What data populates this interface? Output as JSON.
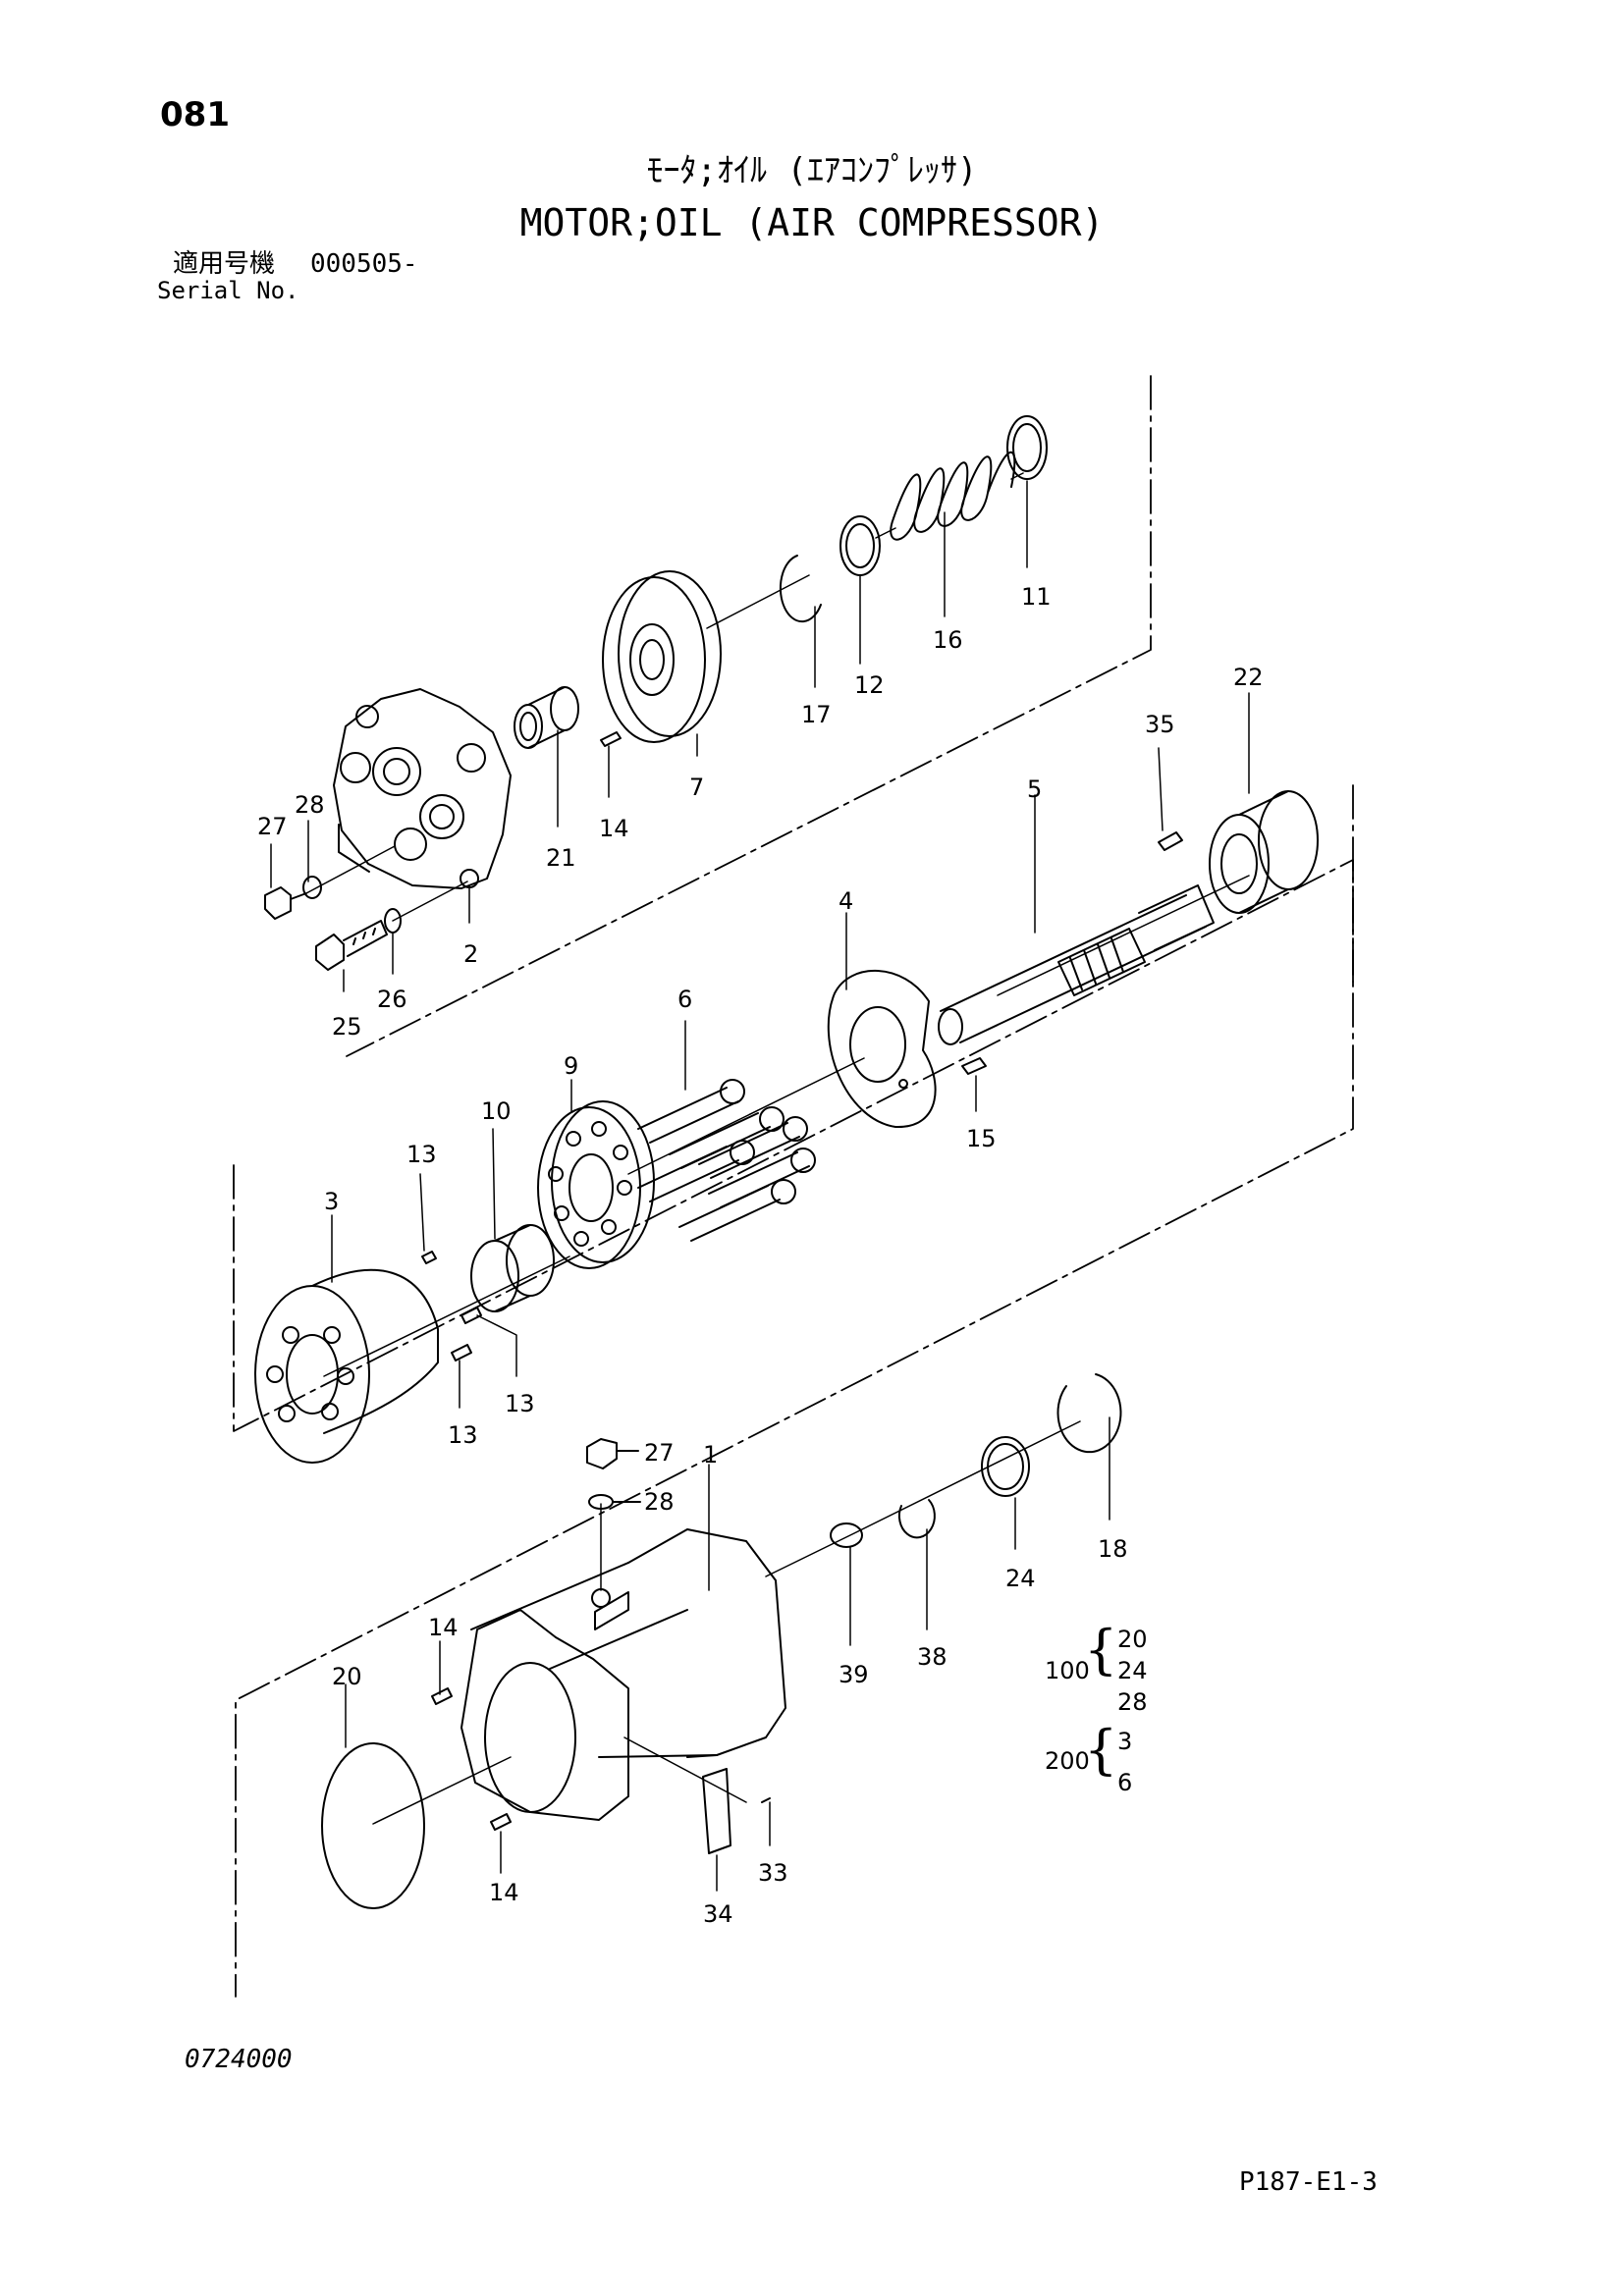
{
  "header": {
    "page_number": "081",
    "title_jp": "ﾓｰﾀ;ｵｲﾙ (ｴｱｺﾝﾌﾟﾚｯｻ)",
    "title_en": "MOTOR;OIL (AIR COMPRESSOR)",
    "serial_label_jp": "適用号機",
    "serial_value": "000505-",
    "serial_label_en": "Serial No."
  },
  "footer": {
    "drawing_number": "0724000",
    "page_code": "P187-E1-3"
  },
  "callouts": [
    {
      "id": "c11",
      "label": "11"
    },
    {
      "id": "c16",
      "label": "16"
    },
    {
      "id": "c17",
      "label": "17"
    },
    {
      "id": "c12",
      "label": "12"
    },
    {
      "id": "c22",
      "label": "22"
    },
    {
      "id": "c35",
      "label": "35"
    },
    {
      "id": "c7",
      "label": "7"
    },
    {
      "id": "c14a",
      "label": "14"
    },
    {
      "id": "c21",
      "label": "21"
    },
    {
      "id": "c27a",
      "label": "27"
    },
    {
      "id": "c28a",
      "label": "28"
    },
    {
      "id": "c2",
      "label": "2"
    },
    {
      "id": "c26",
      "label": "26"
    },
    {
      "id": "c25",
      "label": "25"
    },
    {
      "id": "c5",
      "label": "5"
    },
    {
      "id": "c4",
      "label": "4"
    },
    {
      "id": "c6",
      "label": "6"
    },
    {
      "id": "c9",
      "label": "9"
    },
    {
      "id": "c10",
      "label": "10"
    },
    {
      "id": "c15",
      "label": "15"
    },
    {
      "id": "c13a",
      "label": "13"
    },
    {
      "id": "c3",
      "label": "3"
    },
    {
      "id": "c13b",
      "label": "13"
    },
    {
      "id": "c13c",
      "label": "13"
    },
    {
      "id": "c27b",
      "label": "27"
    },
    {
      "id": "c28b",
      "label": "28"
    },
    {
      "id": "c1",
      "label": "1"
    },
    {
      "id": "c18",
      "label": "18"
    },
    {
      "id": "c24",
      "label": "24"
    },
    {
      "id": "c38",
      "label": "38"
    },
    {
      "id": "c39",
      "label": "39"
    },
    {
      "id": "c14b",
      "label": "14"
    },
    {
      "id": "c20",
      "label": "20"
    },
    {
      "id": "c14c",
      "label": "14"
    },
    {
      "id": "c33",
      "label": "33"
    },
    {
      "id": "c34",
      "label": "34"
    }
  ],
  "kits": [
    {
      "label": "100",
      "items": [
        "20",
        "24",
        "28"
      ]
    },
    {
      "label": "200",
      "items": [
        "3",
        "6"
      ]
    }
  ]
}
